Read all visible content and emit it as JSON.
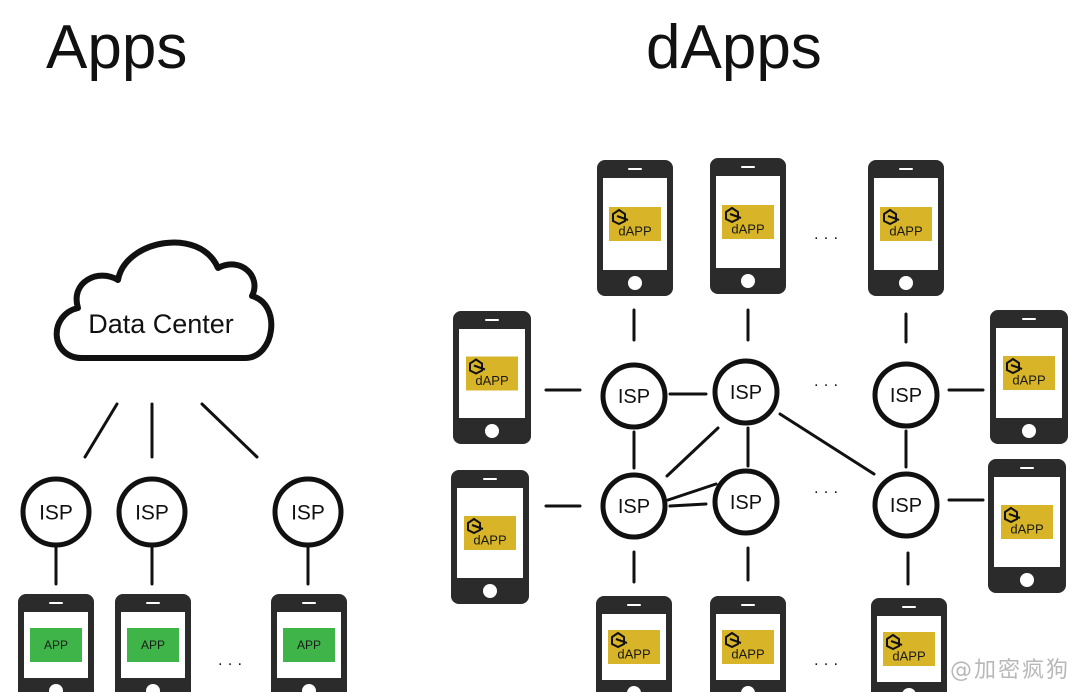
{
  "titles": {
    "apps": "Apps",
    "dapps": "dApps"
  },
  "cloud_label": "Data Center",
  "isp_label": "ISP",
  "app_label": "APP",
  "dapp_label": "dAPP",
  "ellipsis": "· · ·",
  "watermark": "@加密疯狗",
  "colors": {
    "app_badge": "#3fb549",
    "dapp_badge": "#d8b428",
    "device": "#2b2b2b",
    "stroke": "#111111"
  },
  "icons": {
    "dapp_logo": "hex-logo-icon",
    "cloud": "cloud-icon",
    "phone": "smartphone-icon"
  }
}
